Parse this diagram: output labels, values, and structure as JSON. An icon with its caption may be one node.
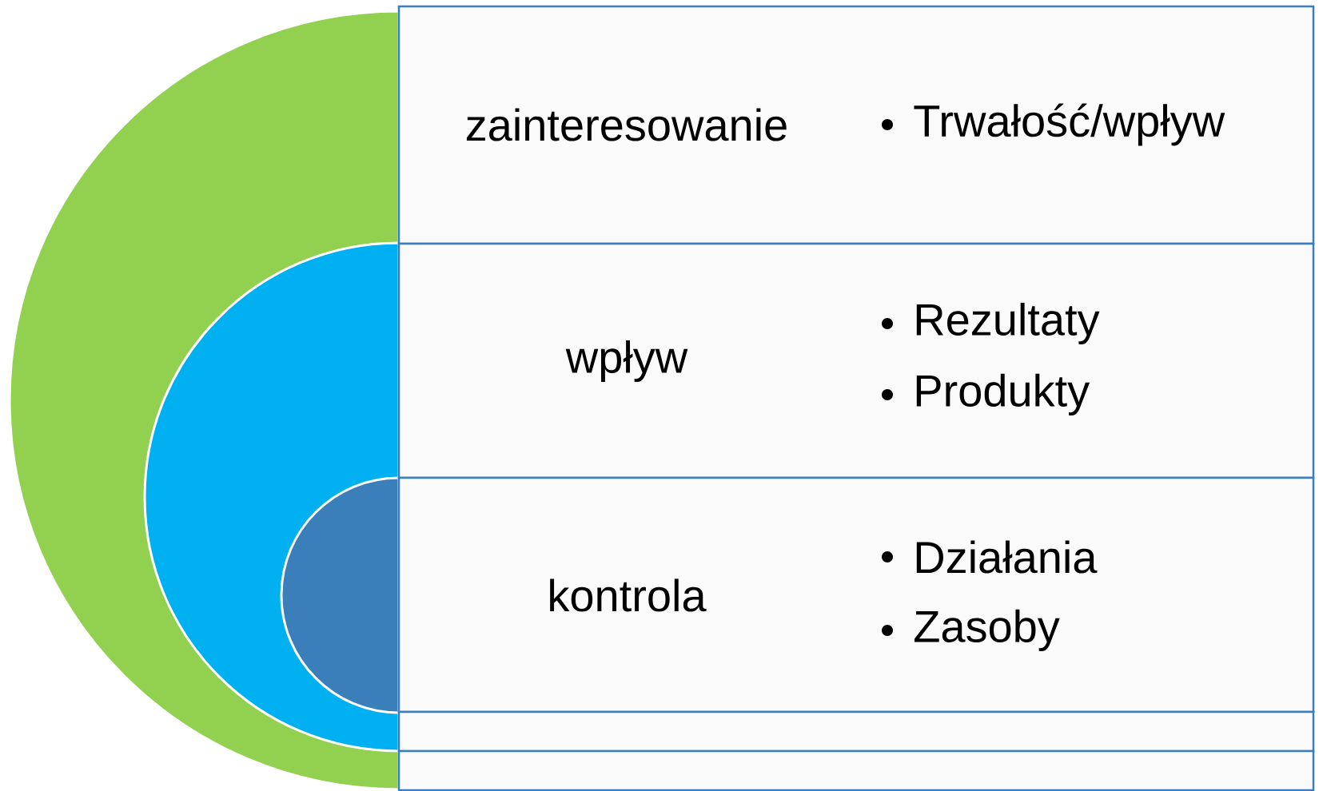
{
  "diagram": {
    "nodes": [
      {
        "text": [],
        "shape": "circle"
      },
      {
        "text": [],
        "shape": "circle",
        "in": 0
      },
      {
        "text": [],
        "shape": "circle",
        "in": 1
      },
      {
        "text": [
          "zainteresowanie",
          "Trwałość/wpływ"
        ]
      },
      {
        "text": [
          "wpływ",
          "Rezultaty",
          "Produkty"
        ]
      },
      {
        "text": [
          "kontrola",
          "Działania",
          "Zasoby"
        ]
      },
      {
        "text": [],
        "shape": "box"
      },
      {
        "text": [],
        "shape": "box"
      }
    ]
  }
}
